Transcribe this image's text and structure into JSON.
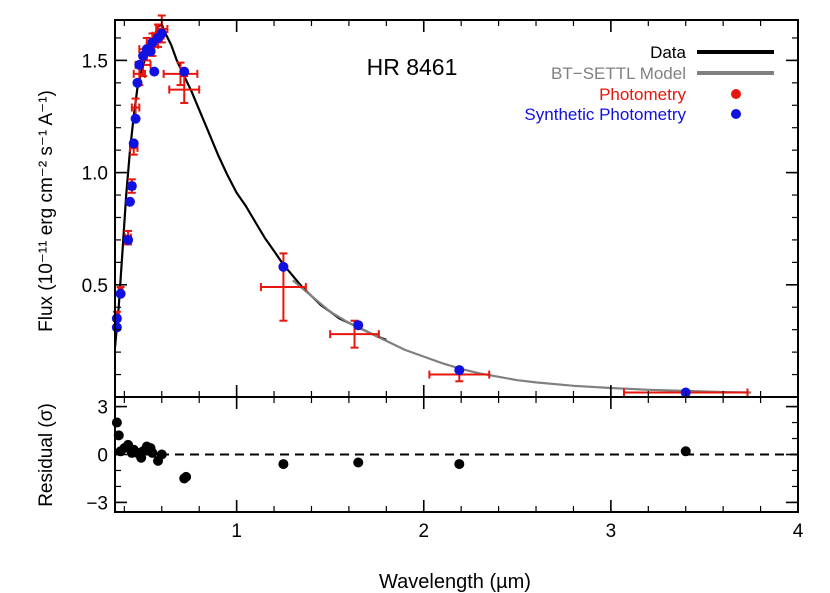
{
  "chart_data": [
    {
      "type": "line",
      "panel": "flux",
      "title": "HR 8461",
      "xlabel": "Wavelength (µm)",
      "ylabel": "Flux (10⁻¹¹ erg cm⁻² s⁻¹ A⁻¹)",
      "xlim": [
        0.35,
        4.0
      ],
      "ylim": [
        0.0,
        1.68
      ],
      "yticks": [
        0.5,
        1.0,
        1.5
      ],
      "yticklabels": [
        "0.5",
        "1.0",
        "1.5"
      ],
      "grid": false,
      "legend_placement": "top-right",
      "legend": [
        {
          "label": "Data",
          "symbol": "line",
          "color": "#000000"
        },
        {
          "label": "BT−SETTL Model",
          "symbol": "line",
          "color": "#808080"
        },
        {
          "label": "Photometry",
          "symbol": "dot",
          "color": "#e8160c"
        },
        {
          "label": "Synthetic Photometry",
          "symbol": "dot",
          "color": "#1010e0"
        }
      ],
      "series": [
        {
          "name": "Data",
          "kind": "line",
          "color": "#000000",
          "x": [
            0.35,
            0.37,
            0.39,
            0.41,
            0.43,
            0.45,
            0.47,
            0.5,
            0.53,
            0.56,
            0.58,
            0.6,
            0.62,
            0.65,
            0.68,
            0.72,
            0.76,
            0.8,
            0.85,
            0.9,
            0.95,
            1.0,
            1.05,
            1.1,
            1.15,
            1.2,
            1.25,
            1.3,
            1.35,
            1.4,
            1.45,
            1.5,
            1.55,
            1.6,
            1.65,
            1.7,
            1.75,
            1.8
          ],
          "y": [
            0.22,
            0.4,
            0.65,
            0.9,
            1.1,
            1.25,
            1.38,
            1.48,
            1.55,
            1.61,
            1.65,
            1.66,
            1.62,
            1.57,
            1.5,
            1.43,
            1.36,
            1.28,
            1.18,
            1.08,
            0.99,
            0.91,
            0.85,
            0.78,
            0.71,
            0.65,
            0.59,
            0.54,
            0.49,
            0.45,
            0.41,
            0.38,
            0.35,
            0.33,
            0.31,
            0.29,
            0.27,
            0.255
          ]
        },
        {
          "name": "BT−SETTL Model",
          "kind": "line",
          "color": "#808080",
          "x": [
            1.3,
            1.4,
            1.5,
            1.6,
            1.7,
            1.8,
            1.9,
            2.0,
            2.1,
            2.2,
            2.3,
            2.4,
            2.5,
            2.6,
            2.8,
            3.0,
            3.2,
            3.4,
            3.6,
            3.75
          ],
          "y": [
            0.52,
            0.45,
            0.38,
            0.33,
            0.29,
            0.25,
            0.21,
            0.18,
            0.15,
            0.125,
            0.105,
            0.09,
            0.075,
            0.065,
            0.05,
            0.04,
            0.032,
            0.027,
            0.022,
            0.02
          ]
        },
        {
          "name": "Photometry",
          "kind": "errorbar",
          "color": "#e8160c",
          "x": [
            0.36,
            0.38,
            0.42,
            0.44,
            0.45,
            0.46,
            0.48,
            0.5,
            0.52,
            0.55,
            0.58,
            0.6,
            0.7,
            0.72,
            1.25,
            1.63,
            2.19,
            3.4
          ],
          "xerr": [
            0.01,
            0.01,
            0.015,
            0.015,
            0.02,
            0.02,
            0.03,
            0.04,
            0.04,
            0.03,
            0.03,
            0.03,
            0.09,
            0.08,
            0.12,
            0.13,
            0.16,
            0.33
          ],
          "y": [
            0.36,
            0.47,
            0.71,
            0.94,
            1.11,
            1.29,
            1.44,
            1.48,
            1.55,
            1.57,
            1.61,
            1.64,
            1.44,
            1.37,
            0.49,
            0.28,
            0.1,
            0.02
          ],
          "yerr": [
            0.02,
            0.02,
            0.03,
            0.03,
            0.03,
            0.04,
            0.05,
            0.05,
            0.05,
            0.05,
            0.05,
            0.06,
            0.05,
            0.06,
            0.15,
            0.06,
            0.03,
            0.01
          ]
        },
        {
          "name": "Synthetic Photometry",
          "kind": "scatter",
          "color": "#1010e0",
          "x": [
            0.36,
            0.36,
            0.38,
            0.42,
            0.43,
            0.44,
            0.45,
            0.46,
            0.47,
            0.48,
            0.5,
            0.52,
            0.54,
            0.55,
            0.56,
            0.58,
            0.6,
            0.72,
            1.25,
            1.65,
            2.19,
            3.4
          ],
          "y": [
            0.31,
            0.35,
            0.46,
            0.7,
            0.87,
            0.94,
            1.13,
            1.24,
            1.4,
            1.48,
            1.52,
            1.55,
            1.54,
            1.58,
            1.45,
            1.6,
            1.62,
            1.45,
            0.58,
            0.32,
            0.12,
            0.02
          ]
        }
      ]
    },
    {
      "type": "scatter",
      "panel": "residual",
      "xlabel": "Wavelength (µm)",
      "ylabel": "Residual (σ)",
      "xlim": [
        0.35,
        4.0
      ],
      "ylim": [
        -3.6,
        3.6
      ],
      "xticks": [
        1,
        2,
        3,
        4
      ],
      "xticklabels": [
        "1",
        "2",
        "3",
        "4"
      ],
      "yticks": [
        -3,
        0,
        3
      ],
      "yticklabels": [
        "−3",
        "0",
        "3"
      ],
      "zero_line": "dashed",
      "grid": false,
      "series": [
        {
          "name": "",
          "kind": "scatter",
          "color": "#000000",
          "x": [
            0.36,
            0.37,
            0.38,
            0.4,
            0.42,
            0.44,
            0.45,
            0.47,
            0.49,
            0.5,
            0.52,
            0.54,
            0.55,
            0.58,
            0.6,
            0.72,
            0.73,
            1.25,
            1.65,
            2.19,
            3.4
          ],
          "y": [
            2.0,
            1.2,
            0.2,
            0.4,
            0.6,
            0.1,
            0.3,
            0.1,
            -0.2,
            0.2,
            0.5,
            0.4,
            0.1,
            -0.4,
            0.0,
            -1.5,
            -1.4,
            -0.6,
            -0.5,
            -0.6,
            0.2
          ]
        }
      ]
    }
  ]
}
